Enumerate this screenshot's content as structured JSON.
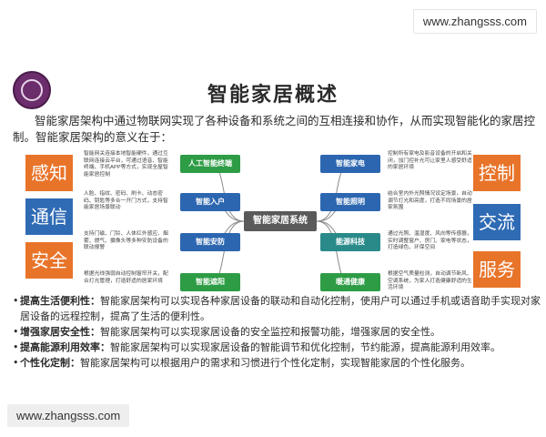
{
  "watermark": {
    "top": "www.zhangsss.com",
    "bottom": "www.zhangsss.com"
  },
  "title": "智能家居概述",
  "intro": "智能家居架构中通过物联网实现了各种设备和系统之间的互相连接和协作，从而实现智能化的家居控制。智能家居架构的意义在于：",
  "diagram": {
    "center": "智能家居系统",
    "left_boxes": [
      "感知",
      "通信",
      "安全"
    ],
    "right_boxes": [
      "控制",
      "交流",
      "服务"
    ],
    "left_nodes": [
      {
        "label": "人工智能终端",
        "desc": "智能网关连接本地智能硬件，通过互联网连接云平台，可通过语音、智能终端、手机APP等方式，实现全屋智能家居控制"
      },
      {
        "label": "智能入户",
        "desc": "人脸、指纹、密码、刷卡、动态密码、钥匙等多合一开门方式，支持智能家居场景联动"
      },
      {
        "label": "智能安防",
        "desc": "支持门磁、门铃、人体红外感应、烟雾、燃气、摄像头等多种安防设备的联动报警"
      },
      {
        "label": "智能遮阳",
        "desc": "根据光线强弱自动控制窗帘开关，配合灯光管理，打造舒适的居家环境"
      }
    ],
    "right_nodes": [
      {
        "label": "智能家电",
        "desc": "控制所有家电及影音设备的开启和关闭，加门控补光可让家里人感受舒适的家居环境"
      },
      {
        "label": "智能照明",
        "desc": "结合室内外光照情况设定场景，自动调节灯光和亮度，打造不同场景的居家氛围"
      },
      {
        "label": "能源科技",
        "desc": "通过光照、温湿度、风向等传感器，实时调整窗户、房门、家电等状态，打造绿色、环保空间"
      },
      {
        "label": "暖通健康",
        "desc": "根据空气质量检测，自动调节新风、空调系统，为家人打造健康舒适的生活环境"
      }
    ]
  },
  "bullets": [
    {
      "head": "提高生活便利性：",
      "text": "智能家居架构可以实现各种家居设备的联动和自动化控制，使用户可以通过手机或语音助手实现对家居设备的远程控制，提高了生活的便利性。"
    },
    {
      "head": "增强家居安全性：",
      "text": "智能家居架构可以实现家居设备的安全监控和报警功能，增强家居的安全性。"
    },
    {
      "head": "提高能源利用效率：",
      "text": "智能家居架构可以实现家居设备的智能调节和优化控制，节约能源，提高能源利用效率。"
    },
    {
      "head": "个性化定制：",
      "text": "智能家居架构可以根据用户的需求和习惯进行个性化定制，实现智能家居的个性化服务。"
    }
  ]
}
